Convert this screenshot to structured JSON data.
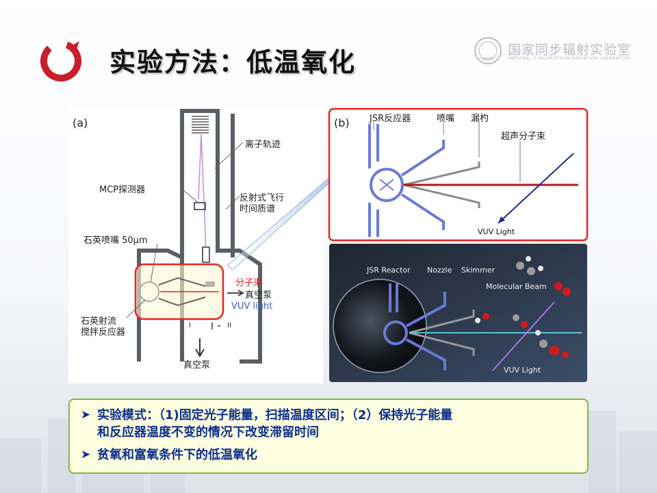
{
  "slide": {
    "title": "实验方法：低温氧化",
    "lab_name_cn": "国家同步辐射实验室",
    "lab_name_en": "NATIONAL SYNCHROTRON RADIATION LABORATORY",
    "lab_logo_text": "NSRL"
  },
  "figure_a": {
    "panel_label": "(a)",
    "ion_trajectory": "离子轨迹",
    "mcp_detector": "MCP探测器",
    "reflectron_line1": "反射式飞行",
    "reflectron_line2": "时间质谱",
    "quartz_nozzle": "石英喷嘴 50μm",
    "molecular_beam": "分子束",
    "vacuum_pump_right": "真空泵",
    "vuv_light": "VUV light",
    "reactor_line1": "石英射流",
    "reactor_line2": "搅拌反应器",
    "stage_1": "I",
    "stage_2": "II",
    "vacuum_pump_bottom": "真空泵"
  },
  "figure_b": {
    "panel_label": "(b)",
    "jsr_reactor": "JSR反应器",
    "nozzle": "喷嘴",
    "skimmer": "漏杓",
    "supersonic_beam": "超声分子束",
    "vuv_light": "VUV Light"
  },
  "figure_c": {
    "jsr_reactor": "JSR Reactor",
    "nozzle": "Nozzle",
    "skimmer": "Skimmer",
    "molecular_beam": "Molecular Beam",
    "vuv_light": "VUV Light"
  },
  "summary": {
    "bullet_1_line1": "实验模式：（1)固定光子能量，扫描温度区间；（2）保持光子能量",
    "bullet_1_line2": "和反应器温度不变的情况下改变滞留时间",
    "bullet_2": "贫氧和富氧条件下的低温氧化"
  },
  "colors": {
    "accent_red": "#e8231e",
    "title_blue": "#0d2f8c",
    "box_border": "#7fb63e",
    "box_fill": "#fdfde0"
  }
}
